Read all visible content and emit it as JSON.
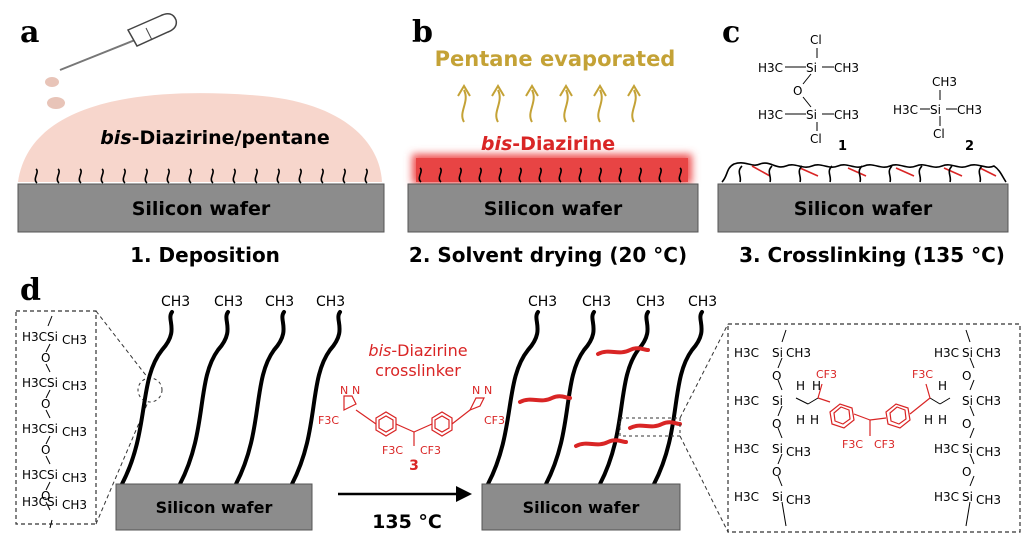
{
  "panel_labels": {
    "a": "a",
    "b": "b",
    "c": "c",
    "d": "d"
  },
  "panel_a": {
    "solution_label_italic": "bis",
    "solution_label_rest": "-Diazirine/pentane",
    "wafer": "Silicon wafer",
    "step": "1. Deposition"
  },
  "panel_b": {
    "evaporation_label": "Pentane evaporated",
    "layer_label_italic": "bis",
    "layer_label_rest": "-Diazirine",
    "wafer": "Silicon wafer",
    "step": "2. Solvent drying (20 °C)"
  },
  "panel_c": {
    "wafer": "Silicon wafer",
    "step": "3. Crosslinking (135 °C)",
    "compound1_number": "1",
    "compound2_number": "2",
    "atoms": {
      "si": "Si",
      "cl": "Cl",
      "o": "O",
      "h3c": "H3C",
      "ch3": "CH3"
    }
  },
  "panel_d": {
    "wafer_left": "Silicon wafer",
    "wafer_right": "Silicon wafer",
    "chain_end": "CH3",
    "crosslinker_label_italic": "bis",
    "crosslinker_label_rest": "-Diazirine",
    "crosslinker_label_line2": "crosslinker",
    "crosslinker_number": "3",
    "reaction_condition": "135 °C",
    "atoms": {
      "si": "Si",
      "o": "O",
      "h": "H",
      "h3c": "H3C",
      "ch3": "CH3",
      "cf3": "CF3",
      "f3c": "F3C",
      "n": "N"
    }
  },
  "colors": {
    "crosslink_red": "#d92525",
    "vapor_gold": "#c4a236",
    "wafer_gray": "#8c8c8c",
    "droplet_pink": "#f7d6cc",
    "layer_red": "#ef5555"
  }
}
